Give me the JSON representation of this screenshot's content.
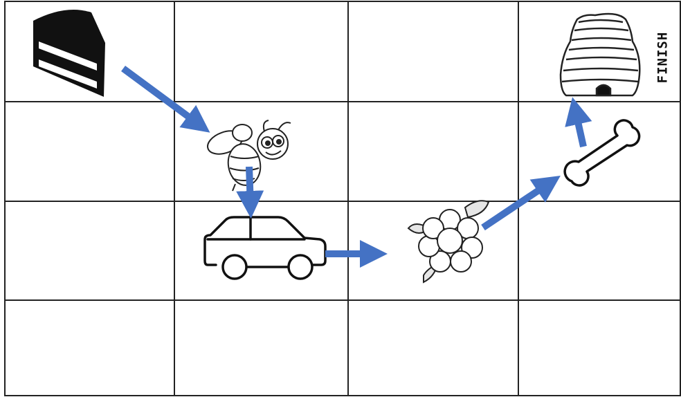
{
  "board": {
    "rows": 4,
    "columns": 4,
    "finish_label": "FINISH",
    "path_color": "#4472C4",
    "line_color": "#222222"
  },
  "cells": [
    {
      "row": 1,
      "col": 1,
      "item": "cake-slice",
      "icon": "cake-slice-icon"
    },
    {
      "row": 2,
      "col": 2,
      "item": "bee",
      "icon": "bee-icon"
    },
    {
      "row": 3,
      "col": 2,
      "item": "car",
      "icon": "car-icon"
    },
    {
      "row": 3,
      "col": 3,
      "item": "flower",
      "icon": "flower-icon"
    },
    {
      "row": 2,
      "col": 4,
      "item": "bone",
      "icon": "bone-icon"
    },
    {
      "row": 1,
      "col": 4,
      "item": "beehive",
      "icon": "beehive-icon"
    }
  ],
  "path": [
    "cake-slice",
    "bee",
    "car",
    "flower",
    "bone",
    "beehive"
  ]
}
